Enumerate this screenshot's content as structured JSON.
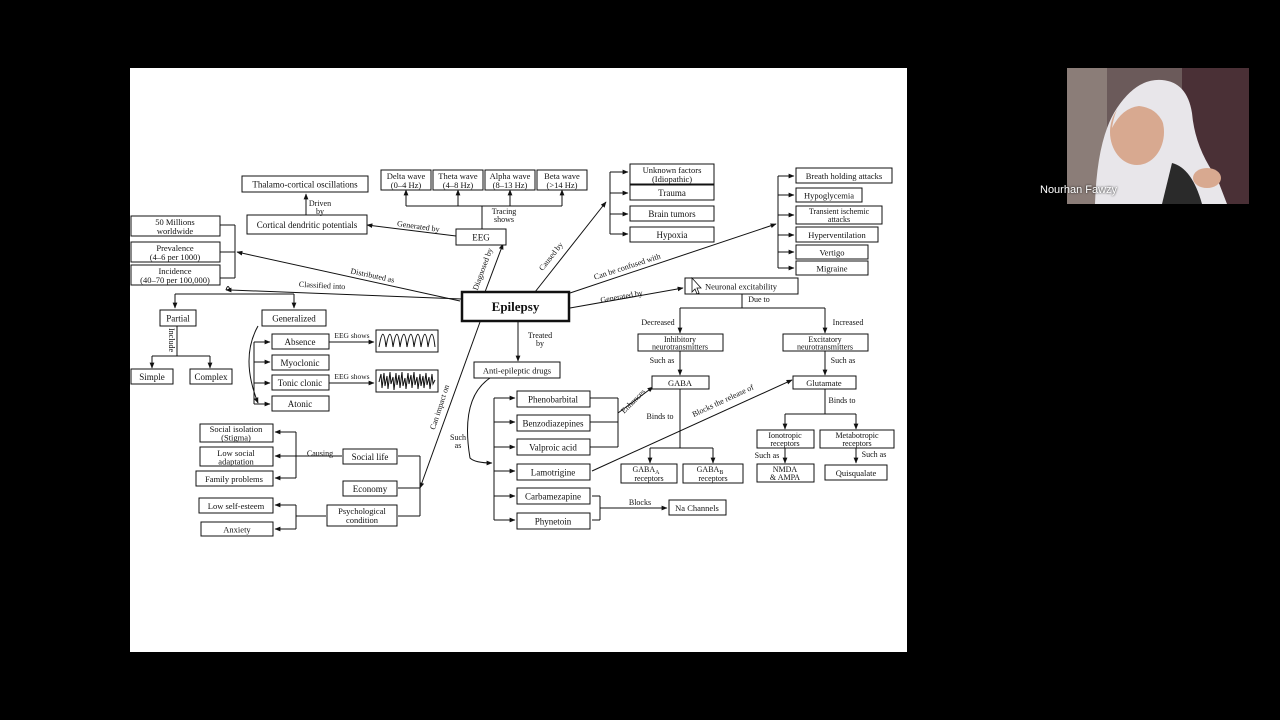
{
  "participant": {
    "name": "Nourhan Fawzy"
  },
  "concept_map": {
    "center": "Epilepsy",
    "boxes": {
      "thalamo": "Thalamo-cortical oscillations",
      "cortical": "Cortical dendritic potentials",
      "eeg": "EEG",
      "delta": [
        "Delta wave",
        "(0–4 Hz)"
      ],
      "theta": [
        "Theta wave",
        "(4–8 Hz)"
      ],
      "alpha": [
        "Alpha wave",
        "(8–13 Hz)"
      ],
      "beta": [
        "Beta wave",
        "(>14 Hz)"
      ],
      "unknown": [
        "Unknown factors",
        "(Idiopathic)"
      ],
      "trauma": "Trauma",
      "tumors": "Brain tumors",
      "hypoxia": "Hypoxia",
      "breath": "Breath holding attacks",
      "hypoglycemia": "Hypoglycemia",
      "tia": [
        "Transient ischemic",
        "attacks"
      ],
      "hyperventilation": "Hyperventilation",
      "vertigo": "Vertigo",
      "migraine": "Migraine",
      "millions": [
        "50 Millions",
        "worldwide"
      ],
      "prevalence": [
        "Prevalence",
        "(4–6 per 1000)"
      ],
      "incidence": [
        "Incidence",
        "(40–70 per 100,000)"
      ],
      "partial": "Partial",
      "generalized": "Generalized",
      "simple": "Simple",
      "complex": "Complex",
      "absence": "Absence",
      "myoclonic": "Myoclonic",
      "tonic": "Tonic clonic",
      "atonic": "Atonic",
      "neuronal": "Neuronal excitability",
      "inhibitory": [
        "Inhibitory",
        "neurotransmitters"
      ],
      "excitatory": [
        "Excitatory",
        "neurotransmitters"
      ],
      "gaba": "GABA",
      "glutamate": "Glutamate",
      "gaba_a": [
        "GABA",
        "receptors",
        "A"
      ],
      "gaba_b": [
        "GABA",
        "receptors",
        "B"
      ],
      "ionotropic": [
        "Ionotropic",
        "receptors"
      ],
      "metabotropic": [
        "Metabotropic",
        "receptors"
      ],
      "nmda": [
        "NMDA",
        "& AMPA"
      ],
      "quisqualate": "Quisqualate",
      "aed": "Anti-epileptic drugs",
      "phenobarbital": "Phenobarbital",
      "benzodiazepines": "Benzodiazepines",
      "valproic": "Valproic acid",
      "lamotrigine": "Lamotrigine",
      "carbamezapine": "Carbamezapine",
      "phynetoin": "Phynetoin",
      "na_channels": "Na Channels",
      "social_isolation": [
        "Social isolation",
        "(Stigma)"
      ],
      "low_social": [
        "Low social",
        "adaptation"
      ],
      "family": "Family problems",
      "social_life": "Social life",
      "economy": "Economy",
      "psych": [
        "Psychological",
        "condition"
      ],
      "self_esteem": "Low self-esteem",
      "anxiety": "Anxiety"
    },
    "labels": {
      "driven_by": [
        "Driven",
        "by"
      ],
      "generated_by": "Generated by",
      "tracing_shows": [
        "Tracing",
        "shows"
      ],
      "diagnosed_by": "Diagnosed by",
      "caused_by": "Caused by",
      "confused_with": "Can be confused with",
      "generated_by2": "Generated by",
      "due_to": "Due to",
      "decreased": "Decreased",
      "increased": "Increased",
      "such_as_1": "Such as",
      "such_as_2": "Such as",
      "binds_to_1": "Binds to",
      "binds_to_2": "Binds to",
      "such_as_3": "Such as",
      "such_as_4": "Such as",
      "enhances": "Enhances",
      "blocks_release": "Blocks the release of",
      "distributed_as": "Distributed as",
      "classified_into": "Classified into",
      "include": "Include",
      "eeg_shows_1": "EEG shows",
      "eeg_shows_2": "EEG shows",
      "treated_by": [
        "Treated",
        "by"
      ],
      "can_impact_on": "Can impact on",
      "such_as_drugs": [
        "Such",
        "as"
      ],
      "causing": "Causing",
      "blocks": "Blocks"
    }
  }
}
